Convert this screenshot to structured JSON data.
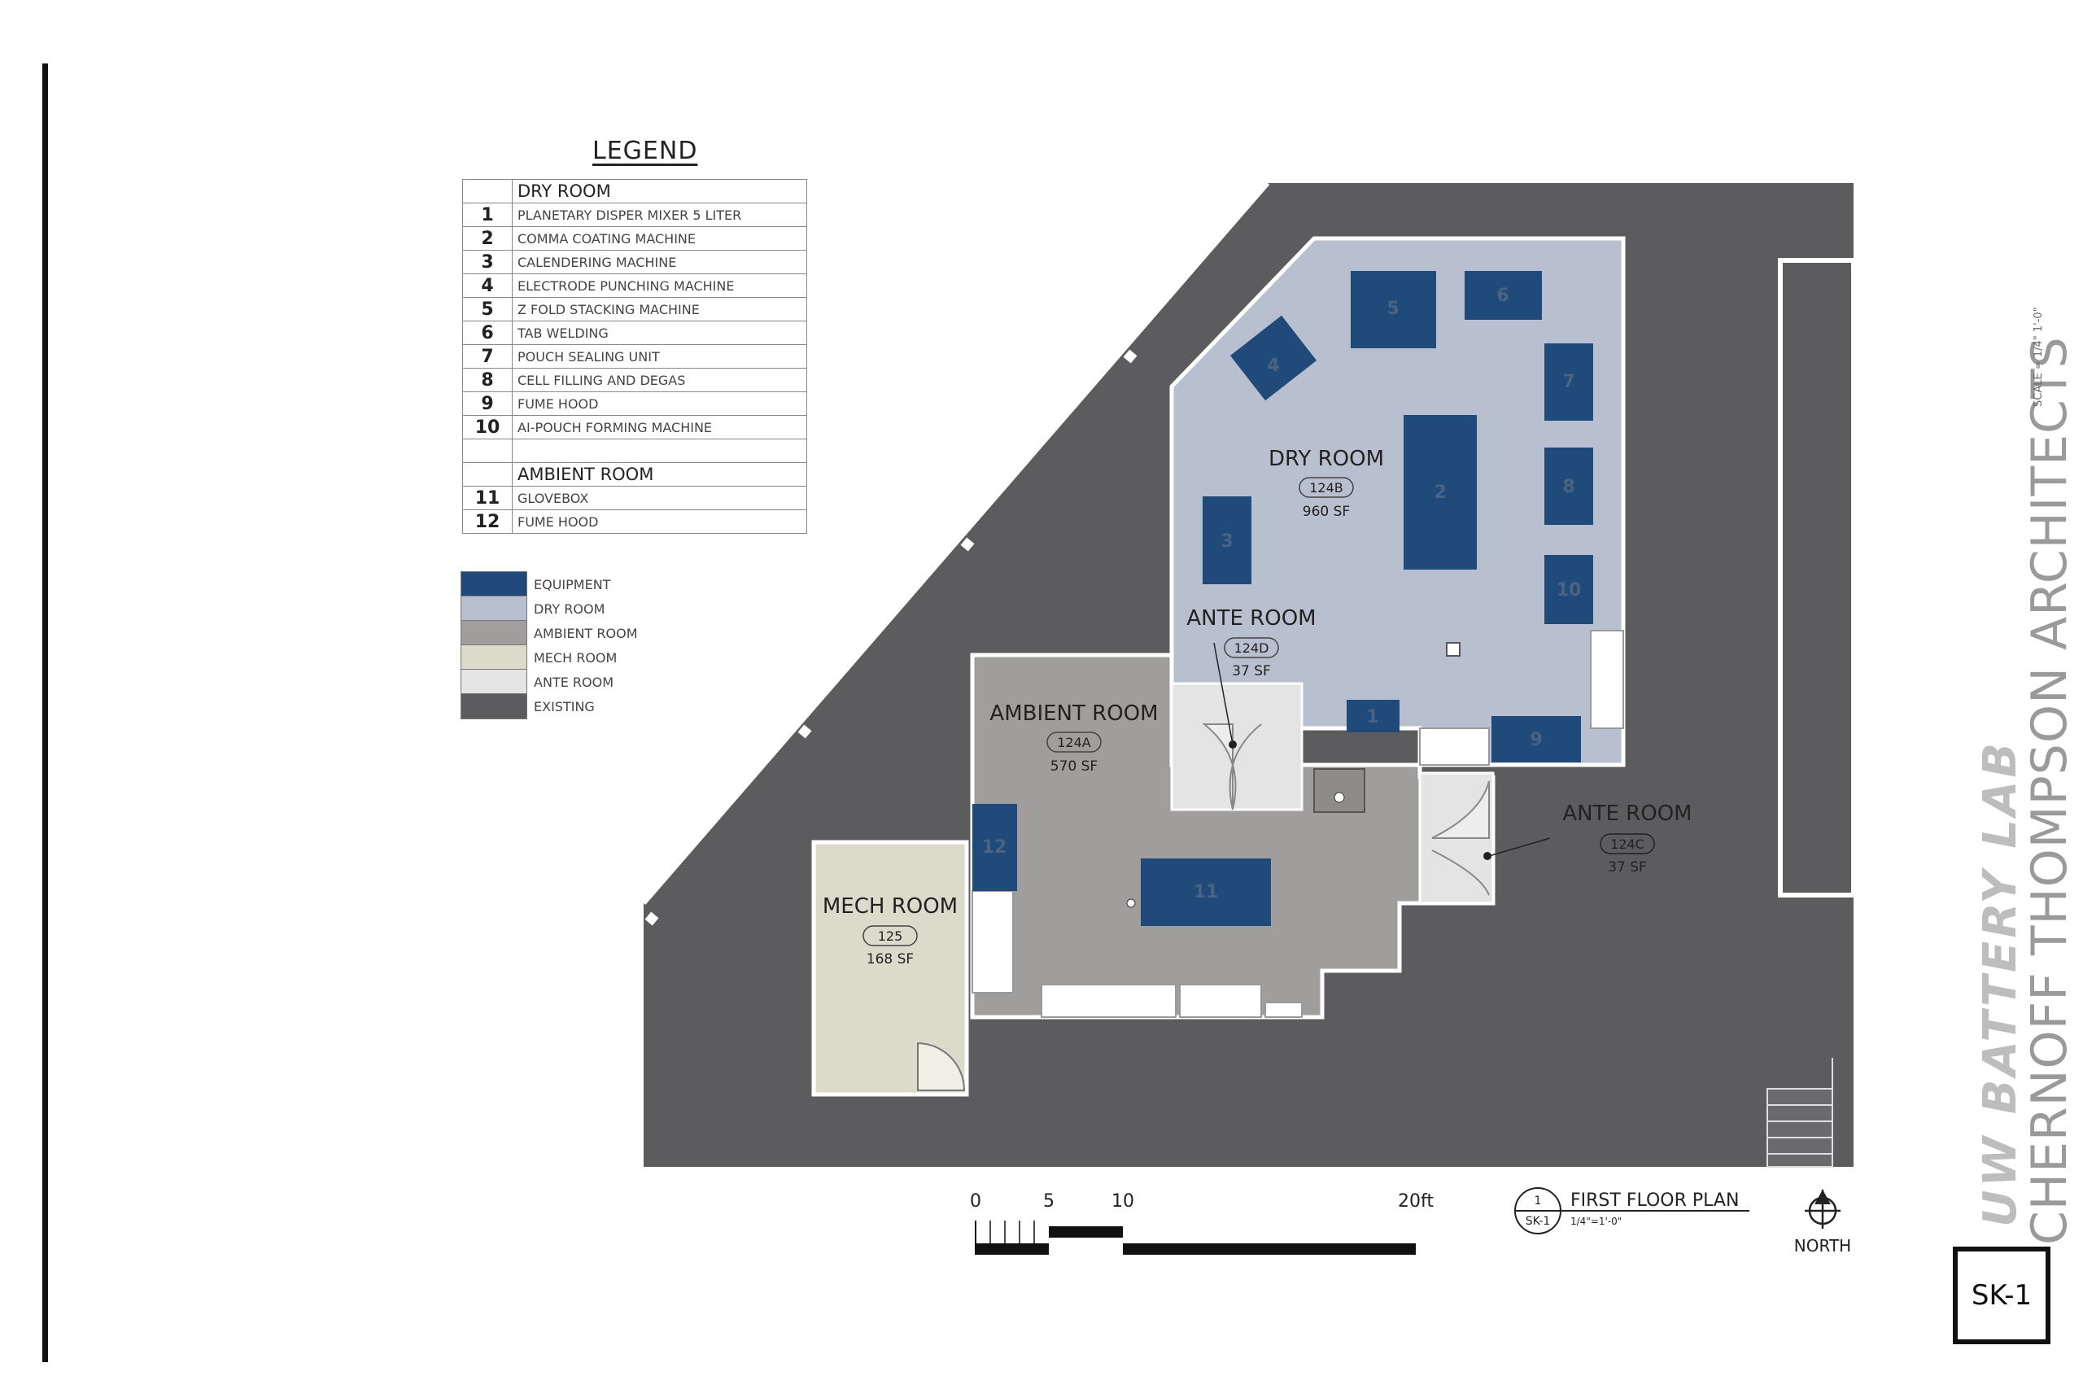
{
  "legend": {
    "title": "LEGEND",
    "dry_header": "DRY ROOM",
    "dry_items": [
      {
        "num": "1",
        "label": "PLANETARY DISPER MIXER 5 LITER"
      },
      {
        "num": "2",
        "label": "COMMA COATING MACHINE"
      },
      {
        "num": "3",
        "label": "CALENDERING MACHINE"
      },
      {
        "num": "4",
        "label": "ELECTRODE PUNCHING MACHINE"
      },
      {
        "num": "5",
        "label": "Z FOLD STACKING MACHINE"
      },
      {
        "num": "6",
        "label": "TAB WELDING"
      },
      {
        "num": "7",
        "label": "POUCH SEALING UNIT"
      },
      {
        "num": "8",
        "label": "CELL FILLING AND DEGAS"
      },
      {
        "num": "9",
        "label": "FUME HOOD"
      },
      {
        "num": "10",
        "label": "AI-POUCH FORMING MACHINE"
      }
    ],
    "ambient_header": "AMBIENT ROOM",
    "ambient_items": [
      {
        "num": "11",
        "label": "GLOVEBOX"
      },
      {
        "num": "12",
        "label": "FUME HOOD"
      }
    ]
  },
  "color_key": [
    {
      "label": "EQUIPMENT",
      "color": "#1f4a7a"
    },
    {
      "label": "DRY ROOM",
      "color": "#b8bfcf"
    },
    {
      "label": "AMBIENT ROOM",
      "color": "#a09e9c"
    },
    {
      "label": "MECH ROOM",
      "color": "#dcdacb"
    },
    {
      "label": "ANTE ROOM",
      "color": "#e4e4e4"
    },
    {
      "label": "EXISTING",
      "color": "#5c5c5e"
    }
  ],
  "rooms": {
    "dry": {
      "name": "DRY ROOM",
      "tag": "124B",
      "area": "960 SF"
    },
    "ante_d": {
      "name": "ANTE ROOM",
      "tag": "124D",
      "area": "37 SF"
    },
    "ambient": {
      "name": "AMBIENT ROOM",
      "tag": "124A",
      "area": "570 SF"
    },
    "ante_c": {
      "name": "ANTE ROOM",
      "tag": "124C",
      "area": "37 SF"
    },
    "mech": {
      "name": "MECH ROOM",
      "tag": "125",
      "area": "168 SF"
    }
  },
  "equipment_labels": [
    "1",
    "2",
    "3",
    "4",
    "5",
    "6",
    "7",
    "8",
    "9",
    "10",
    "11",
    "12"
  ],
  "scale_bar": {
    "ticks": [
      "0",
      "5",
      "10",
      "20ft"
    ]
  },
  "drawing_title": {
    "number": "1",
    "sheet": "SK-1",
    "title": "FIRST FLOOR PLAN",
    "scale": "1/4\"=1'-0\""
  },
  "north_label": "NORTH",
  "project": {
    "name": "UW BATTERY LAB",
    "firm": "CHERNOFF THOMPSON ARCHITECTS",
    "scale_note": "SCALE = 1/4\" 1'-0\""
  },
  "sheet_number": "SK-1",
  "colors": {
    "equipment": "#1f4a7a",
    "dry": "#b8bfcf",
    "ambient": "#a09e9c",
    "mech": "#dcdacb",
    "ante": "#e4e4e4",
    "existing": "#5c5c5e"
  }
}
